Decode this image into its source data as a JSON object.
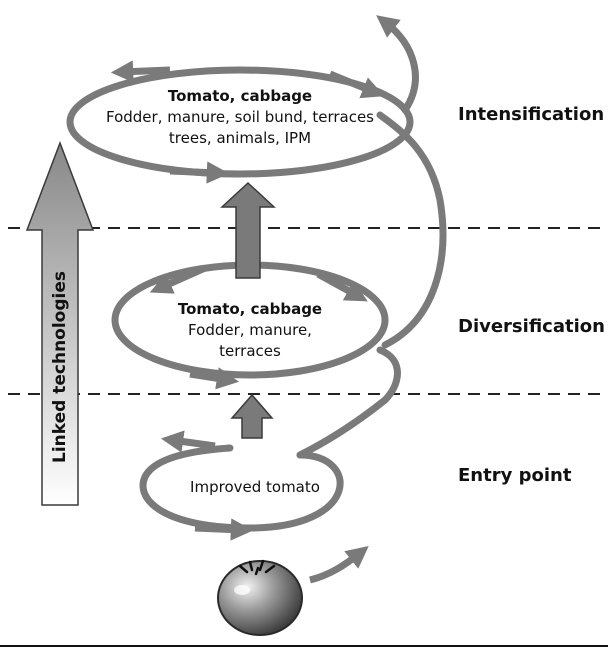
{
  "diagram": {
    "levels": {
      "intensification": {
        "title": "Tomato, cabbage",
        "lines": [
          "Fodder, manure, soil bund, terraces",
          "trees, animals, IPM"
        ],
        "stage": "Intensification"
      },
      "diversification": {
        "title": "Tomato, cabbage",
        "lines": [
          "Fodder, manure,",
          "terraces"
        ],
        "stage": "Diversification"
      },
      "entry": {
        "title": "Improved tomato",
        "stage": "Entry point"
      }
    },
    "side_arrow_label": "Linked technologies",
    "colors": {
      "arrow_gray": "#7a7a7a",
      "arrow_outline": "#3a3a3a",
      "dash": "#222222"
    },
    "icons": [
      "tomato-icon"
    ]
  }
}
